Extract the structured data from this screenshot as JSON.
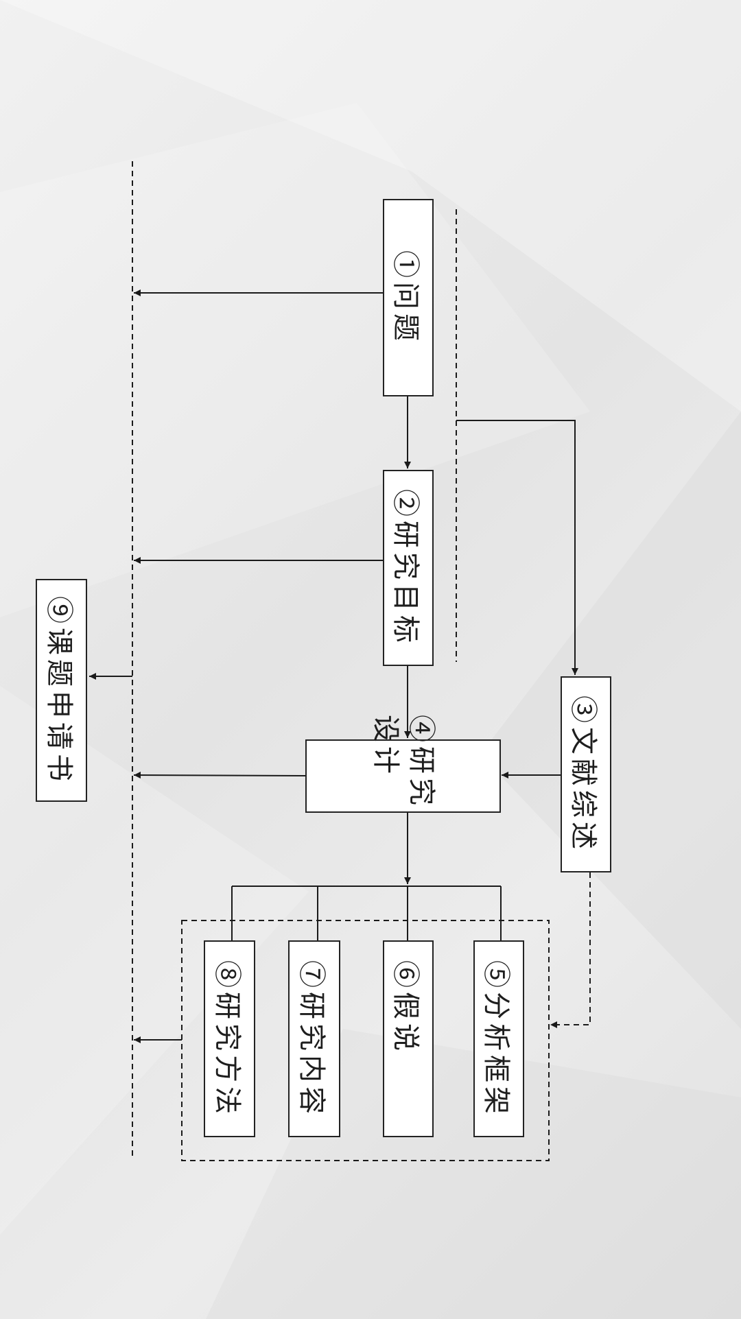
{
  "diagram": {
    "nodes": {
      "n1": "①问题",
      "n2": "②研究目标",
      "n3": "③文献综述",
      "n4": "④研究设计",
      "n5": "⑤分析框架",
      "n6": "⑥假说",
      "n7": "⑦研究内容",
      "n8": "⑧研究方法",
      "n9": "⑨课题申请书"
    },
    "edges": [
      {
        "from": "n1",
        "to": "n2",
        "style": "solid"
      },
      {
        "from": "n2",
        "to": "n4",
        "style": "solid"
      },
      {
        "from": "n1",
        "to": "n3",
        "style": "solid"
      },
      {
        "from": "n3",
        "to": "n4",
        "style": "solid"
      },
      {
        "from": "n4",
        "to": "n5",
        "style": "solid"
      },
      {
        "from": "n4",
        "to": "n6",
        "style": "solid"
      },
      {
        "from": "n4",
        "to": "n7",
        "style": "solid"
      },
      {
        "from": "n4",
        "to": "n8",
        "style": "solid"
      },
      {
        "from": "n3",
        "to": "group-5-8",
        "style": "dashed"
      },
      {
        "from": "n1",
        "to": "n9",
        "style": "solid"
      },
      {
        "from": "n2",
        "to": "n9",
        "style": "solid"
      },
      {
        "from": "n4",
        "to": "n9",
        "style": "solid"
      },
      {
        "from": "group-5-8",
        "to": "n9",
        "style": "solid"
      }
    ],
    "colors": {
      "line": "#1a1a1a",
      "box_fill": "#ffffff",
      "background": "#e8e8e8"
    }
  }
}
